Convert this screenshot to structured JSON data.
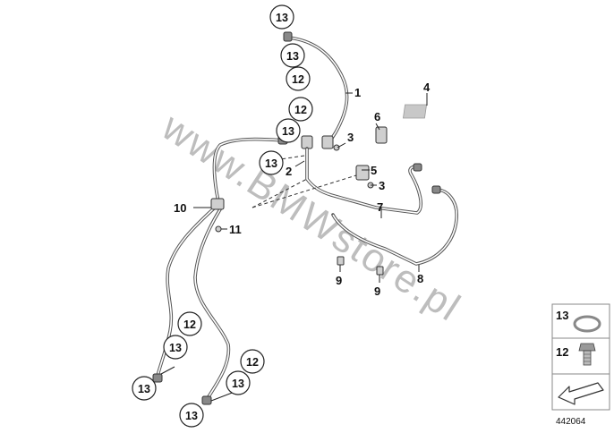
{
  "watermark": "www.BMWstore.pl",
  "callouts": {
    "c1": "1",
    "c2": "2",
    "c3a": "3",
    "c3b": "3",
    "c4": "4",
    "c5": "5",
    "c6": "6",
    "c7": "7",
    "c8": "8",
    "c9a": "9",
    "c9b": "9",
    "c10": "10",
    "c11": "11"
  },
  "circled": {
    "top13a": "13",
    "top13b": "13",
    "top12a": "12",
    "mid12": "12",
    "mid13a": "13",
    "mid13b": "13",
    "low12a": "12",
    "low13a": "13",
    "low13b": "13",
    "low12b": "12",
    "low13c": "13",
    "low13d": "13"
  },
  "legend": {
    "row1": "13",
    "row2": "12"
  },
  "reference_number": "442064"
}
